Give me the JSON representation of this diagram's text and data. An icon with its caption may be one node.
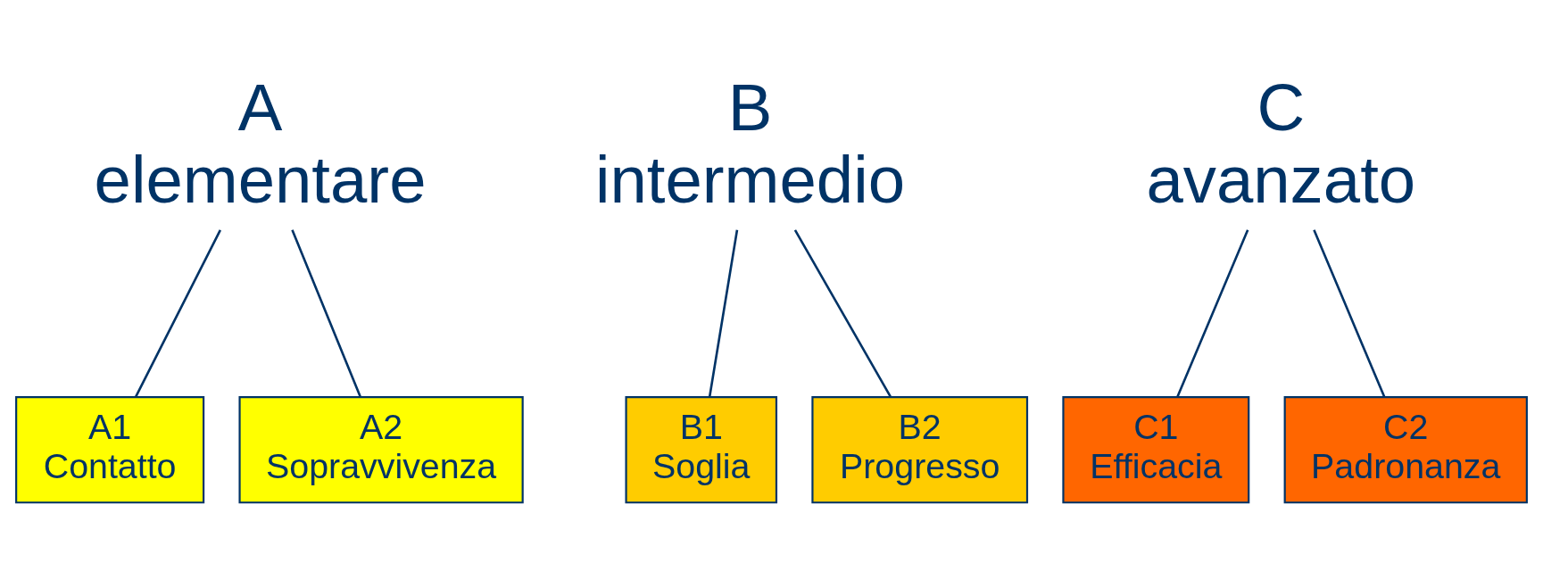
{
  "diagram": {
    "nodes": [
      {
        "text": [
          "A",
          "elementare"
        ]
      },
      {
        "text": [
          "B",
          "intermedio"
        ]
      },
      {
        "text": [
          "C",
          "avanzato"
        ]
      },
      {
        "text": [
          "A1",
          "Contatto"
        ]
      },
      {
        "text": [
          "A2",
          "Sopravvivenza"
        ]
      },
      {
        "text": [
          "B1",
          "Soglia"
        ]
      },
      {
        "text": [
          "B2",
          "Progresso"
        ]
      },
      {
        "text": [
          "C1",
          "Efficacia"
        ]
      },
      {
        "text": [
          "C2",
          "Padronanza"
        ]
      }
    ],
    "edges": [
      {
        "from": 0,
        "to": 3,
        "arrow": "none"
      },
      {
        "from": 0,
        "to": 4,
        "arrow": "none"
      },
      {
        "from": 1,
        "to": 5,
        "arrow": "none"
      },
      {
        "from": 1,
        "to": 6,
        "arrow": "none"
      },
      {
        "from": 2,
        "to": 7,
        "arrow": "none"
      },
      {
        "from": 2,
        "to": 8,
        "arrow": "none"
      }
    ]
  }
}
